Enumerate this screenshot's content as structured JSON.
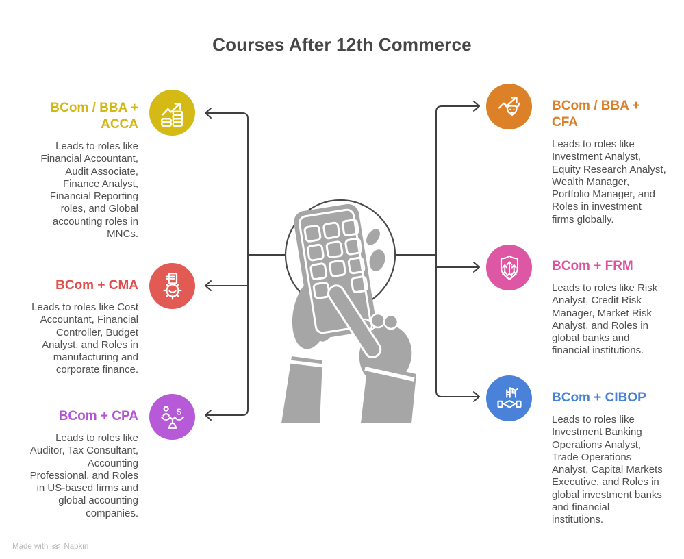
{
  "title": "Courses After 12th Commerce",
  "center": {
    "illustration": "hands-using-calculator"
  },
  "items": [
    {
      "id": "acca",
      "side": "left",
      "color": "#d5ba15",
      "icon": "growth-coins",
      "title": [
        "BCom / BBA +",
        "ACCA"
      ],
      "description_lines": [
        "Leads to roles like",
        "Financial Accountant,",
        "Audit Associate,",
        "Finance Analyst,",
        "Financial Reporting",
        "roles, and Global",
        "accounting roles in",
        "MNCs."
      ]
    },
    {
      "id": "cma",
      "side": "left",
      "color": "#e15b54",
      "icon": "gear-document",
      "title": "BCom + CMA",
      "description_lines": [
        "Leads to roles like Cost",
        "Accountant, Financial",
        "Controller, Budget",
        "Analyst, and Roles in",
        "manufacturing and",
        "corporate finance."
      ]
    },
    {
      "id": "cpa",
      "side": "left",
      "color": "#b75ad7",
      "icon": "balance-scale",
      "title": "BCom + CPA",
      "description_lines": [
        "Leads to roles like",
        "Auditor, Tax Consultant,",
        "Accounting",
        "Professional, and Roles",
        "in US-based firms and",
        "global accounting",
        "companies."
      ]
    },
    {
      "id": "cfa",
      "side": "right",
      "color": "#dc8128",
      "icon": "bull-growth-arrow",
      "title": [
        "BCom / BBA +",
        "CFA"
      ],
      "description_lines": [
        "Leads to roles like",
        "Investment Analyst,",
        "Equity Research Analyst,",
        "Wealth Manager,",
        "Portfolio Manager, and",
        "Roles in investment",
        "firms globally."
      ]
    },
    {
      "id": "frm",
      "side": "right",
      "color": "#de57a4",
      "icon": "shield-arrows",
      "title": "BCom + FRM",
      "description_lines": [
        "Leads to roles like Risk",
        "Analyst, Credit Risk",
        "Manager, Market Risk",
        "Analyst, and Roles in",
        "global banks and",
        "financial institutions."
      ]
    },
    {
      "id": "cibop",
      "side": "right",
      "color": "#4b82d9",
      "icon": "handshake-building",
      "title": "BCom + CIBOP",
      "description_lines": [
        "Leads to roles like",
        "Investment Banking",
        "Operations Analyst,",
        "Trade Operations",
        "Analyst, Capital Markets",
        "Executive, and Roles in",
        "global investment banks",
        "and financial",
        "institutions."
      ]
    }
  ],
  "footer": {
    "made_with": "Made with",
    "brand": "Napkin"
  },
  "colors": {
    "line": "#3f3f3f",
    "body_text": "#4f4f4f",
    "title_text": "#474747",
    "illustration_gray": "#a6a6a6"
  }
}
